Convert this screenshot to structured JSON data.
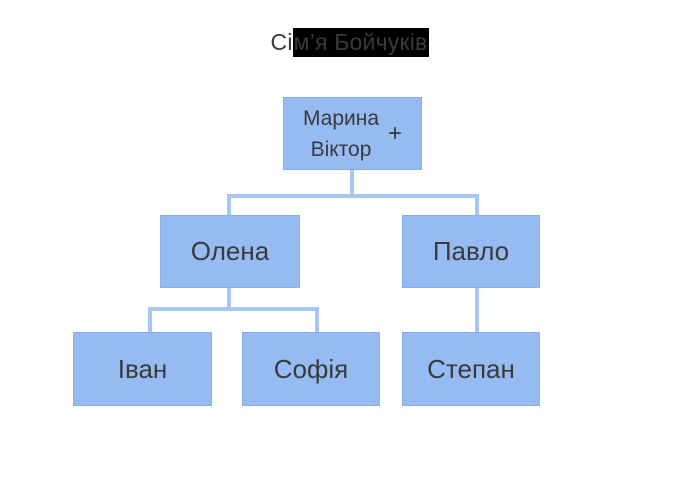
{
  "title": {
    "normal_part": "Сі",
    "highlighted_part": "м’я Бойчуків"
  },
  "tree": {
    "parents": {
      "name_top": "Марина",
      "name_bottom": "Віктор",
      "plus_sign": "+"
    },
    "children": [
      {
        "name": "Олена",
        "children": [
          {
            "name": "Іван"
          },
          {
            "name": "Софія"
          }
        ]
      },
      {
        "name": "Павло",
        "children": [
          {
            "name": "Степан"
          }
        ]
      }
    ]
  },
  "colors": {
    "node_fill": "#96BBF3",
    "node_border": "#88AFEA",
    "connector": "#A8C6F4",
    "text": "#3A3A3A",
    "title_highlight_bg": "#000000",
    "background": "#FFFFFF"
  }
}
